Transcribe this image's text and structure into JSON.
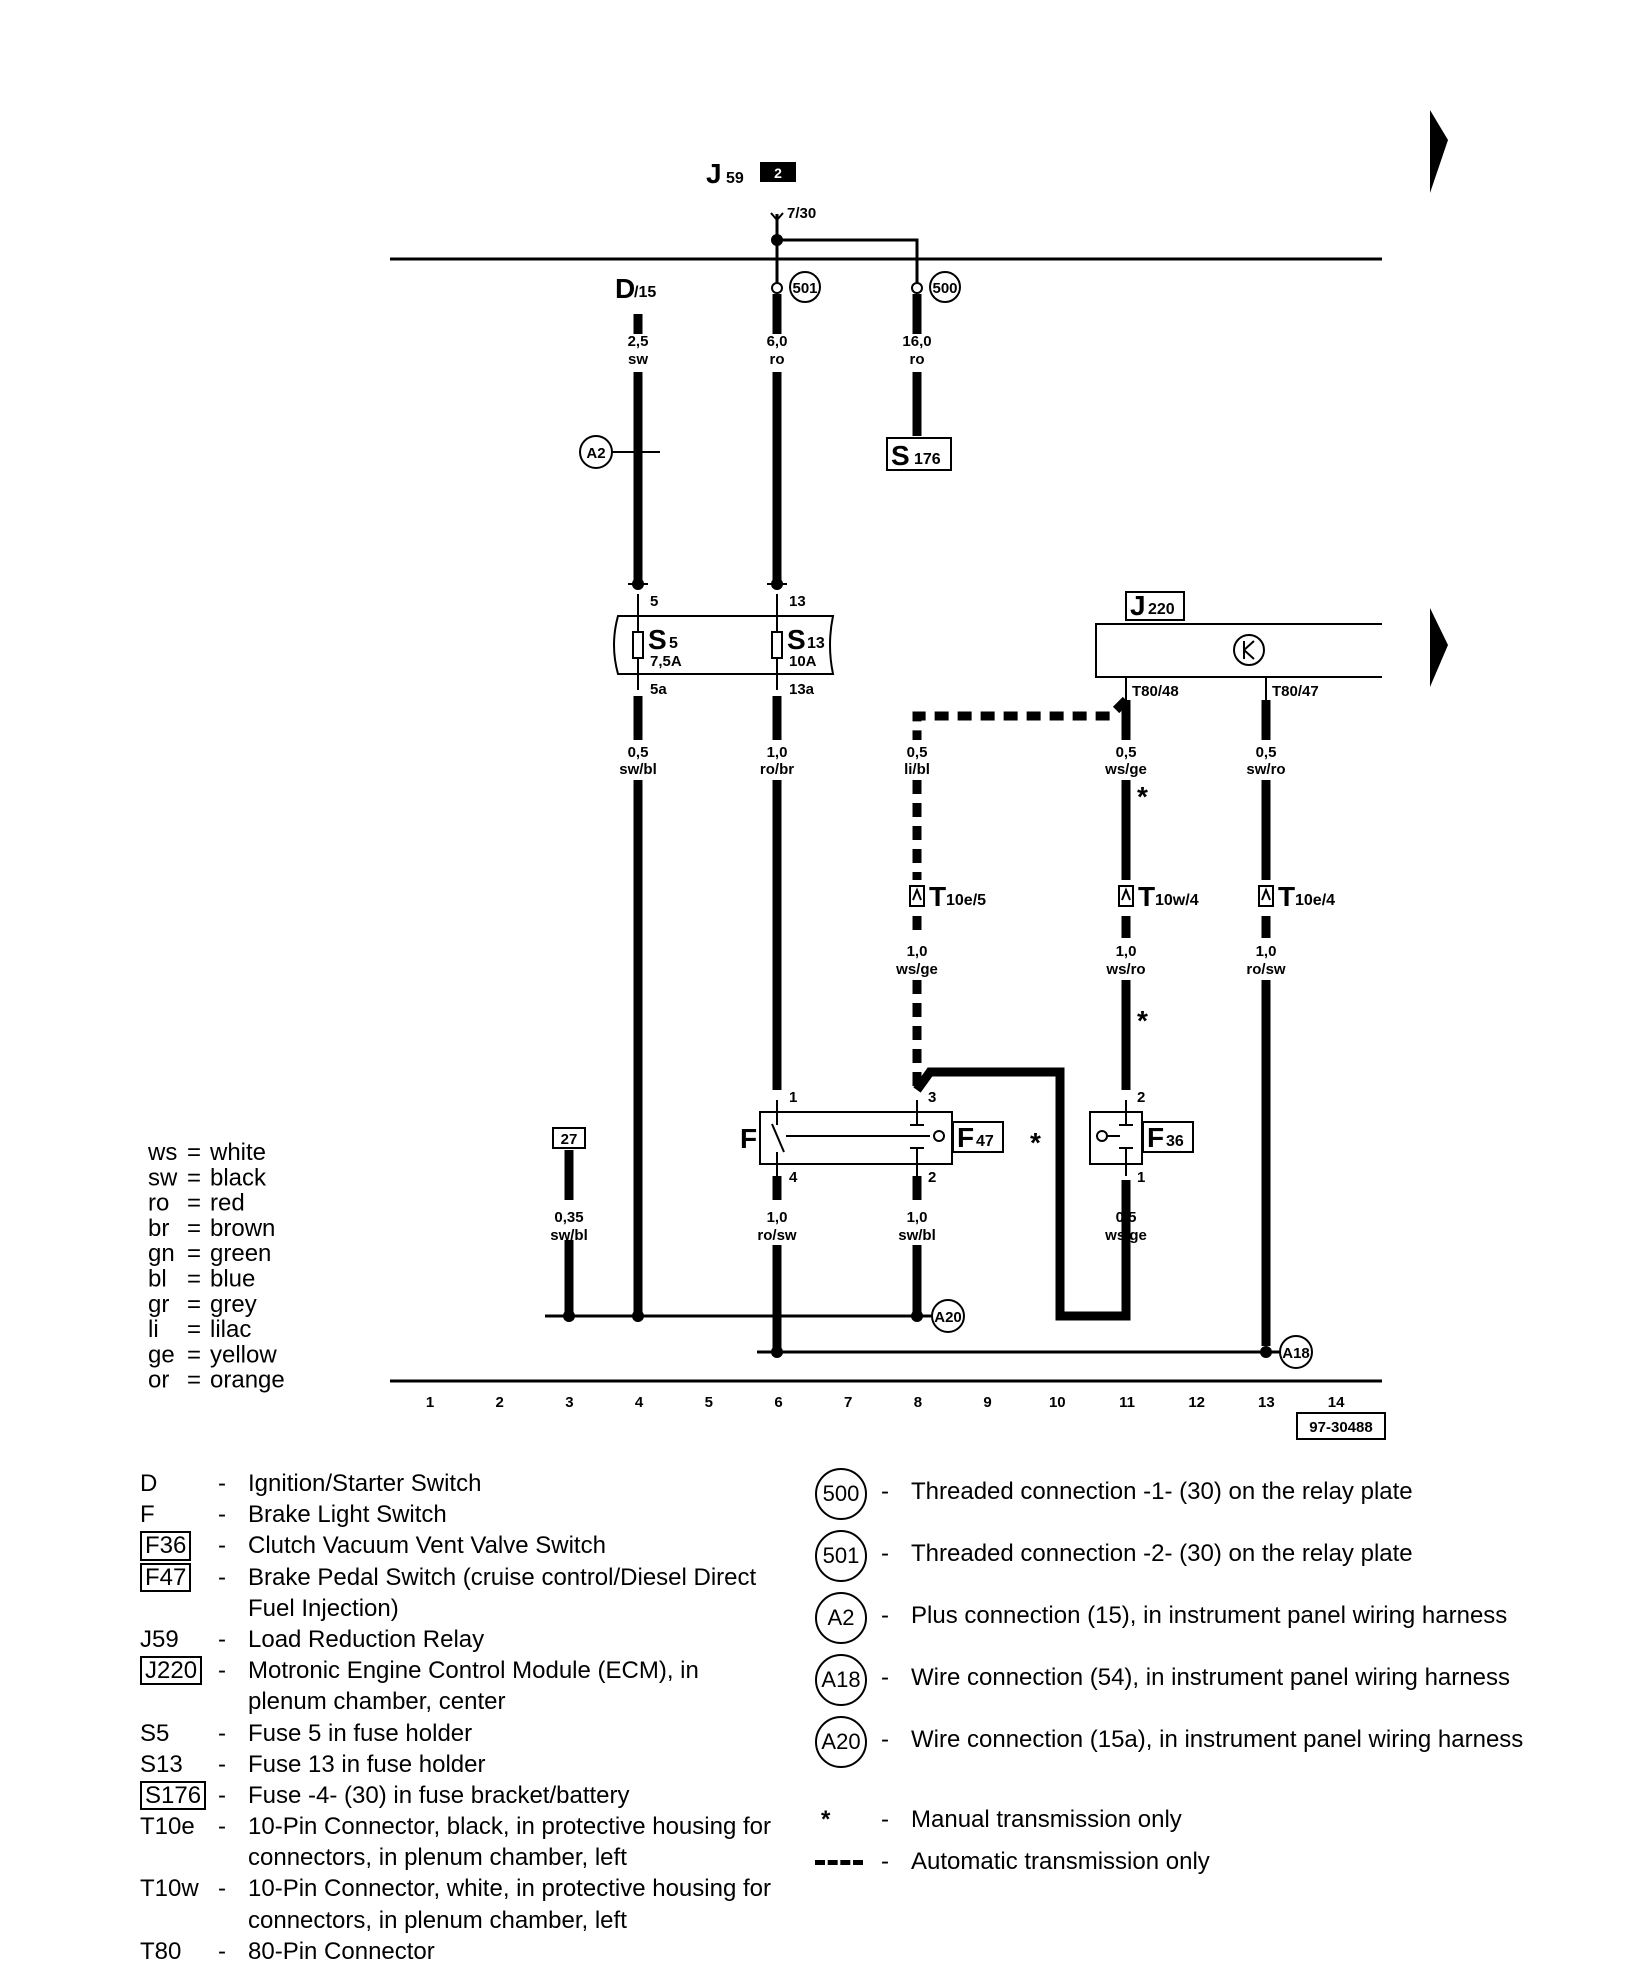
{
  "relay": {
    "name": "J",
    "sub": "59",
    "tag": "2"
  },
  "terminals": {
    "j59_pin": "7/30",
    "d15_name": "D",
    "d15_sub": "/15"
  },
  "connectors": {
    "c501": "501",
    "c500": "500",
    "a2": "A2",
    "a20": "A20",
    "a18": "A18"
  },
  "fuses": {
    "s176_name": "S",
    "s176_sub": "176",
    "s5_name": "S",
    "s5_sub": "5",
    "s5_rating": "7,5A",
    "s5_in": "5",
    "s5_out": "5a",
    "s13_name": "S",
    "s13_sub": "13",
    "s13_rating": "10A",
    "s13_in": "13",
    "s13_out": "13a"
  },
  "ecm": {
    "name": "J",
    "sub": "220",
    "pin48": "T80/48",
    "pin47": "T80/47"
  },
  "wires": {
    "d15": {
      "size": "2,5",
      "color": "sw"
    },
    "w501": {
      "size": "6,0",
      "color": "ro"
    },
    "w500": {
      "size": "16,0",
      "color": "ro"
    },
    "s5out": {
      "size": "0,5",
      "color": "sw/bl"
    },
    "s13out": {
      "size": "1,0",
      "color": "ro/br"
    },
    "auto": {
      "size": "0,5",
      "color": "li/bl"
    },
    "t48": {
      "size": "0,5",
      "color": "ws/ge"
    },
    "t47": {
      "size": "0,5",
      "color": "sw/ro"
    },
    "t10e5": {
      "size": "1,0",
      "color": "ws/ge"
    },
    "t10w4": {
      "size": "1,0",
      "color": "ws/ro"
    },
    "t10e4": {
      "size": "1,0",
      "color": "ro/sw"
    },
    "g27": {
      "size": "0,35",
      "color": "sw/bl"
    },
    "f4": {
      "size": "1,0",
      "color": "ro/sw"
    },
    "f2": {
      "size": "1,0",
      "color": "sw/bl"
    },
    "f36_1": {
      "size": "0,5",
      "color": "ws/ge"
    }
  },
  "plugs": {
    "t10e5": "T",
    "t10e5_sub": "10e/5",
    "t10w4": "T",
    "t10w4_sub": "10w/4",
    "t10e4": "T",
    "t10e4_sub": "10e/4"
  },
  "switches": {
    "f_name": "F",
    "f47_name": "F",
    "f47_sub": "47",
    "f36_name": "F",
    "f36_sub": "36",
    "f_pin1": "1",
    "f_pin3": "3",
    "f_pin4": "4",
    "f_pin2": "2",
    "f36_pin2": "2",
    "f36_pin1": "1"
  },
  "ground27": "27",
  "star": "*",
  "track_numbers": [
    "1",
    "2",
    "3",
    "4",
    "5",
    "6",
    "7",
    "8",
    "9",
    "10",
    "11",
    "12",
    "13",
    "14"
  ],
  "diagram_id": "97-30488",
  "color_codes": [
    {
      "code": "ws",
      "name": "white"
    },
    {
      "code": "sw",
      "name": "black"
    },
    {
      "code": "ro",
      "name": "red"
    },
    {
      "code": "br",
      "name": "brown"
    },
    {
      "code": "gn",
      "name": "green"
    },
    {
      "code": "bl",
      "name": "blue"
    },
    {
      "code": "gr",
      "name": "grey"
    },
    {
      "code": "li",
      "name": "lilac"
    },
    {
      "code": "ge",
      "name": "yellow"
    },
    {
      "code": "or",
      "name": "orange"
    }
  ],
  "legend_left": [
    {
      "code": "D",
      "boxed": false,
      "desc": "Ignition/Starter Switch"
    },
    {
      "code": "F",
      "boxed": false,
      "desc": "Brake Light Switch"
    },
    {
      "code": "F36",
      "boxed": true,
      "desc": "Clutch Vacuum Vent Valve Switch"
    },
    {
      "code": "F47",
      "boxed": true,
      "desc": "Brake Pedal Switch (cruise control/Diesel Direct Fuel Injection)"
    },
    {
      "code": "J59",
      "boxed": false,
      "desc": "Load Reduction Relay"
    },
    {
      "code": "J220",
      "boxed": true,
      "desc": "Motronic Engine Control Module (ECM), in plenum chamber, center"
    },
    {
      "code": "S5",
      "boxed": false,
      "desc": "Fuse 5 in fuse holder"
    },
    {
      "code": "S13",
      "boxed": false,
      "desc": "Fuse 13 in fuse holder"
    },
    {
      "code": "S176",
      "boxed": true,
      "desc": "Fuse -4- (30) in fuse bracket/battery"
    },
    {
      "code": "T10e",
      "boxed": false,
      "desc": "10-Pin Connector, black, in protective housing for connectors, in plenum chamber, left"
    },
    {
      "code": "T10w",
      "boxed": false,
      "desc": "10-Pin Connector, white, in protective housing for connectors, in plenum chamber, left"
    },
    {
      "code": "T80",
      "boxed": false,
      "desc": "80-Pin Connector"
    }
  ],
  "legend_right": [
    {
      "code": "500",
      "desc": "Threaded connection -1- (30) on the relay plate"
    },
    {
      "code": "501",
      "desc": "Threaded connection -2- (30) on the relay plate"
    },
    {
      "code": "A2",
      "desc": "Plus connection (15), in instrument panel wiring harness"
    },
    {
      "code": "A18",
      "desc": "Wire connection (54), in instrument panel wiring harness"
    },
    {
      "code": "A20",
      "desc": "Wire connection (15a), in instrument panel wiring harness"
    }
  ],
  "legend_symbols": [
    {
      "symbol": "*",
      "desc": "Manual transmission only"
    },
    {
      "symbol": "dashed",
      "desc": "Automatic transmission only"
    }
  ]
}
